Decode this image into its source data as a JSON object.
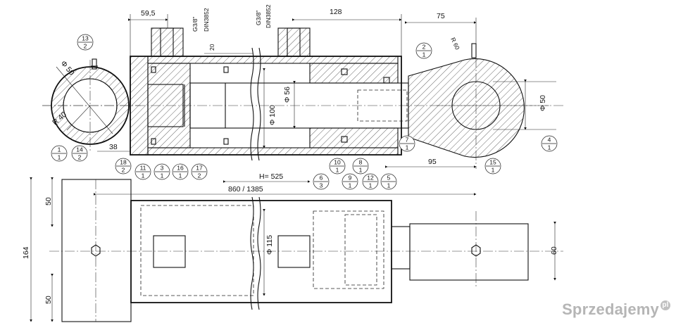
{
  "dimensions": {
    "d_59_5": "59,5",
    "g38": "G3/8\"",
    "din3852": "DIN3852",
    "d_20": "20",
    "d_128": "128",
    "d_75": "75",
    "r60": "R 60",
    "phi50_left": "Φ 50",
    "r40": "R 40",
    "phi56": "Φ 56",
    "phi100": "Φ 100",
    "phi50_right": "Φ 50",
    "d_38": "38",
    "d_95": "95",
    "stroke": "H= 525",
    "length": "860 / 1385",
    "d_164": "164",
    "d_50_top": "50",
    "d_50_bottom": "50",
    "phi115": "Φ 115",
    "d_60": "60"
  },
  "balloons": [
    {
      "id": "b13",
      "top": "13",
      "bottom": "2"
    },
    {
      "id": "b2",
      "top": "2",
      "bottom": "1"
    },
    {
      "id": "b1",
      "top": "1",
      "bottom": "1"
    },
    {
      "id": "b14",
      "top": "14",
      "bottom": "2"
    },
    {
      "id": "b18",
      "top": "18",
      "bottom": "2"
    },
    {
      "id": "b11",
      "top": "11",
      "bottom": "1"
    },
    {
      "id": "b3",
      "top": "3",
      "bottom": "1"
    },
    {
      "id": "b16",
      "top": "16",
      "bottom": "1"
    },
    {
      "id": "b17",
      "top": "17",
      "bottom": "2"
    },
    {
      "id": "b6",
      "top": "6",
      "bottom": "3"
    },
    {
      "id": "b10",
      "top": "10",
      "bottom": "1"
    },
    {
      "id": "b9",
      "top": "9",
      "bottom": "1"
    },
    {
      "id": "b8",
      "top": "8",
      "bottom": "1"
    },
    {
      "id": "b12",
      "top": "12",
      "bottom": "1"
    },
    {
      "id": "b5",
      "top": "5",
      "bottom": "1"
    },
    {
      "id": "b7",
      "top": "7",
      "bottom": "1"
    },
    {
      "id": "b15",
      "top": "15",
      "bottom": "1"
    },
    {
      "id": "b4",
      "top": "4",
      "bottom": "1"
    }
  ],
  "watermark": "Sprzedajemy",
  "watermark_suffix": "pl"
}
